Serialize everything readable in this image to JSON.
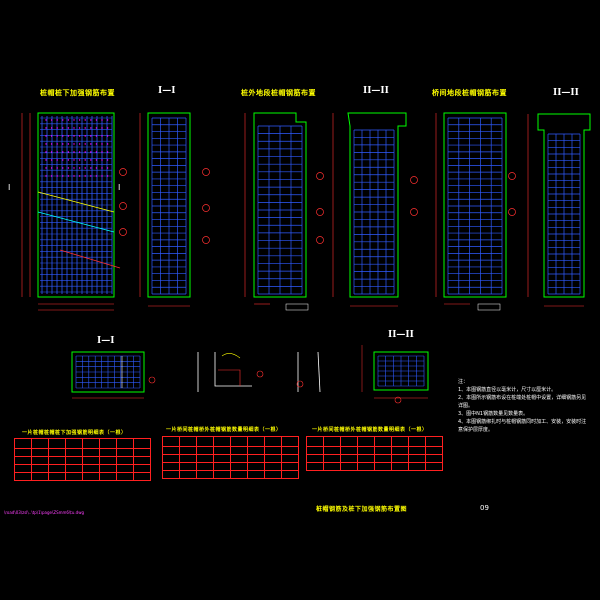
{
  "drawing": {
    "main_title": "桩帽钢筋及桩下加强钢筋布置图",
    "sheet_no": "09",
    "file_path": "\\road\\03\\zsl\\..\\tp\\1\\page\\ZSmm6\\tu.dwg"
  },
  "views": {
    "v1_title": "桩帽桩下加强钢筋布置",
    "v2_title": "I—I",
    "v3_title": "桩外地段桩帽钢筋布置",
    "v4_title": "II—II",
    "v5_title": "桥间地段桩帽钢筋布置",
    "v6_title": "II—II",
    "v7_title": "I—I",
    "v8_title": "II—II"
  },
  "tables": {
    "t1_title": "一片桩帽桩帽桩下加强钢筋明细表（一根）",
    "t2_title": "一片桥间桩帽桥外桩帽钢筋数量明细表（一根）",
    "t3_title": "一片桥间桩帽桥外桩帽钢筋数量明细表（一根）"
  },
  "notes": {
    "heading": "注：",
    "items": [
      "1、本图钢筋直径以毫米计，尺寸以厘米计。",
      "2、本图所示钢筋布设在桩端处桩帽中设置，详细钢筋另见详图。",
      "3、图中N1钢筋数量见数量表。",
      "4、本图钢筋绑扎时与桩帽钢筋同时加工、安装，安装时注意保护层厚度。"
    ]
  },
  "colors": {
    "background": "#000000",
    "outline": "#00ff00",
    "rebar": "#2f5bff",
    "dimension": "#ff3030",
    "title": "#ffff00",
    "text": "#ffffff",
    "accent": "#ff00ff"
  }
}
